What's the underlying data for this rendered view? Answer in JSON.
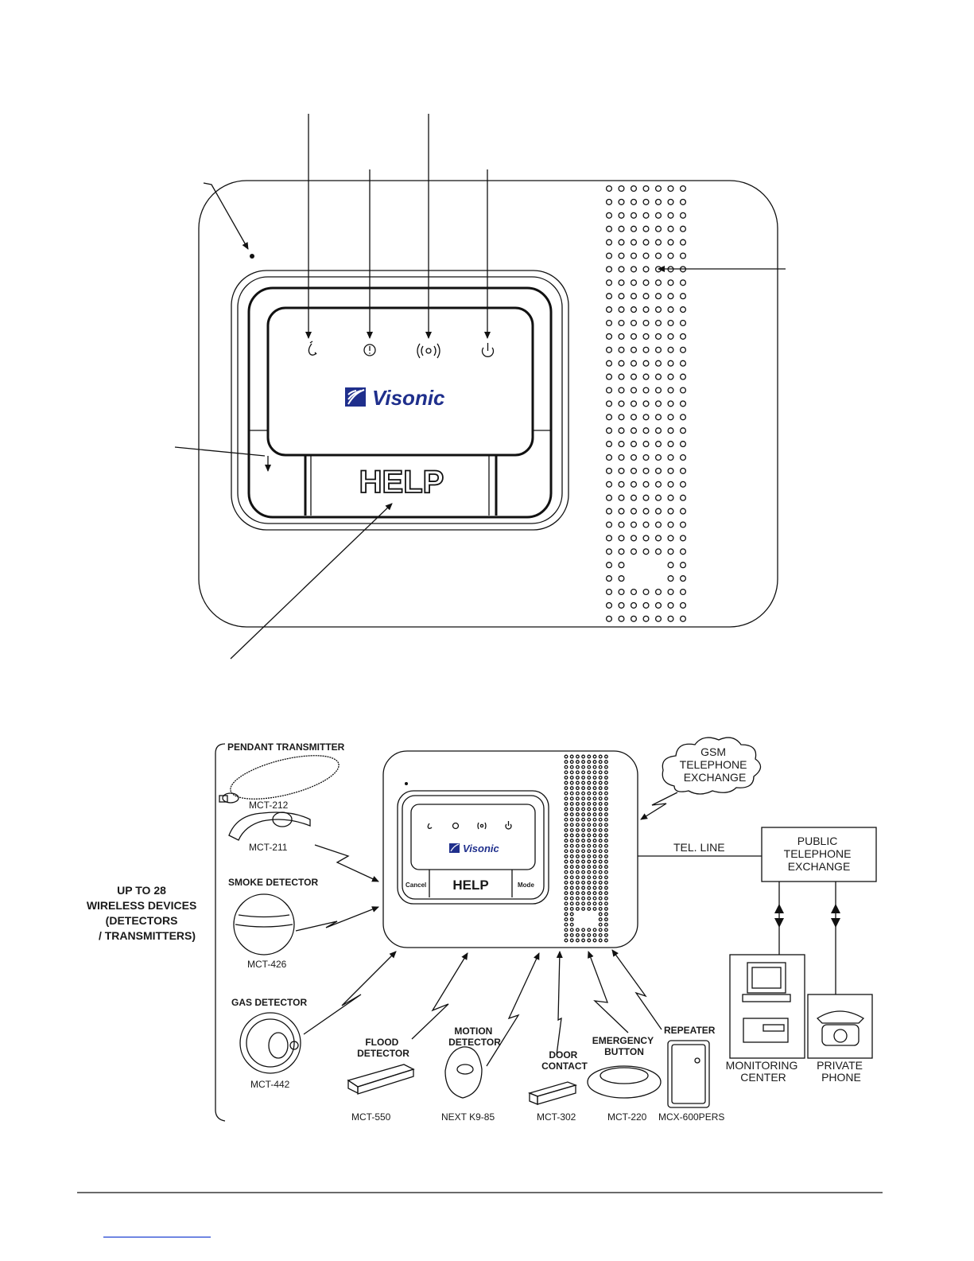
{
  "top_unit": {
    "brand": "Visonic",
    "help_label": "HELP"
  },
  "system_diagram": {
    "unit": {
      "brand": "Visonic",
      "help_label": "HELP",
      "cancel_label": "Cancel",
      "mode_label": "Mode"
    },
    "group_label_lines": [
      "UP TO 28",
      "WIRELESS DEVICES",
      "(DETECTORS",
      "/ TRANSMITTERS)"
    ],
    "devices": {
      "pendant_title": "PENDANT TRANSMITTER",
      "mct212": "MCT-212",
      "mct211": "MCT-211",
      "smoke_title": "SMOKE DETECTOR",
      "mct426": "MCT-426",
      "gas_title": "GAS DETECTOR",
      "mct442": "MCT-442",
      "flood_title_1": "FLOOD",
      "flood_title_2": "DETECTOR",
      "mct550": "MCT-550",
      "motion_title_1": "MOTION",
      "motion_title_2": "DETECTOR",
      "next": "NEXT K9-85",
      "door_title_1": "DOOR",
      "door_title_2": "CONTACT",
      "mct302": "MCT-302",
      "emergency_title_1": "EMERGENCY",
      "emergency_title_2": "BUTTON",
      "mct220": "MCT-220",
      "repeater_title": "REPEATER",
      "mcx600": "MCX-600PERS"
    },
    "gsm_lines": [
      "GSM",
      "TELEPHONE",
      "EXCHANGE"
    ],
    "tel_line": "TEL. LINE",
    "public_lines": [
      "PUBLIC",
      "TELEPHONE",
      "EXCHANGE"
    ],
    "monitoring_lines": [
      "MONITORING",
      "CENTER"
    ],
    "private_lines": [
      "PRIVATE",
      "PHONE"
    ]
  },
  "colors": {
    "brand_blue": "#1f2f8c",
    "ink": "#111111",
    "footer_link": "#1a3fd1"
  }
}
